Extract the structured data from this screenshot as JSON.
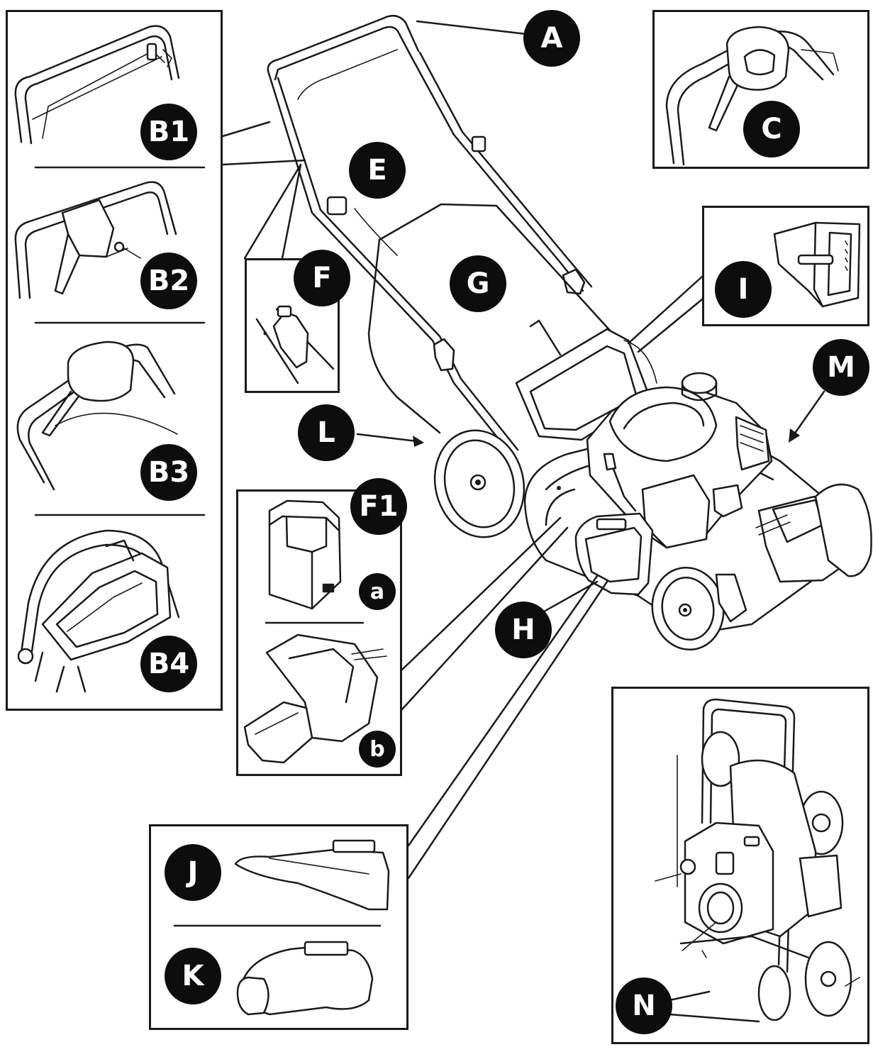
{
  "labels": {
    "A": "A",
    "B1": "B1",
    "B2": "B2",
    "B3": "B3",
    "B4": "B4",
    "C": "C",
    "E": "E",
    "F": "F",
    "F1": "F1",
    "a": "a",
    "b": "b",
    "G": "G",
    "H": "H",
    "I": "I",
    "J": "J",
    "K": "K",
    "L": "L",
    "M": "M",
    "N": "N"
  },
  "colors": {
    "ink": "#1a1a1a",
    "badge": "#0d0d0d",
    "background": "#ffffff"
  }
}
